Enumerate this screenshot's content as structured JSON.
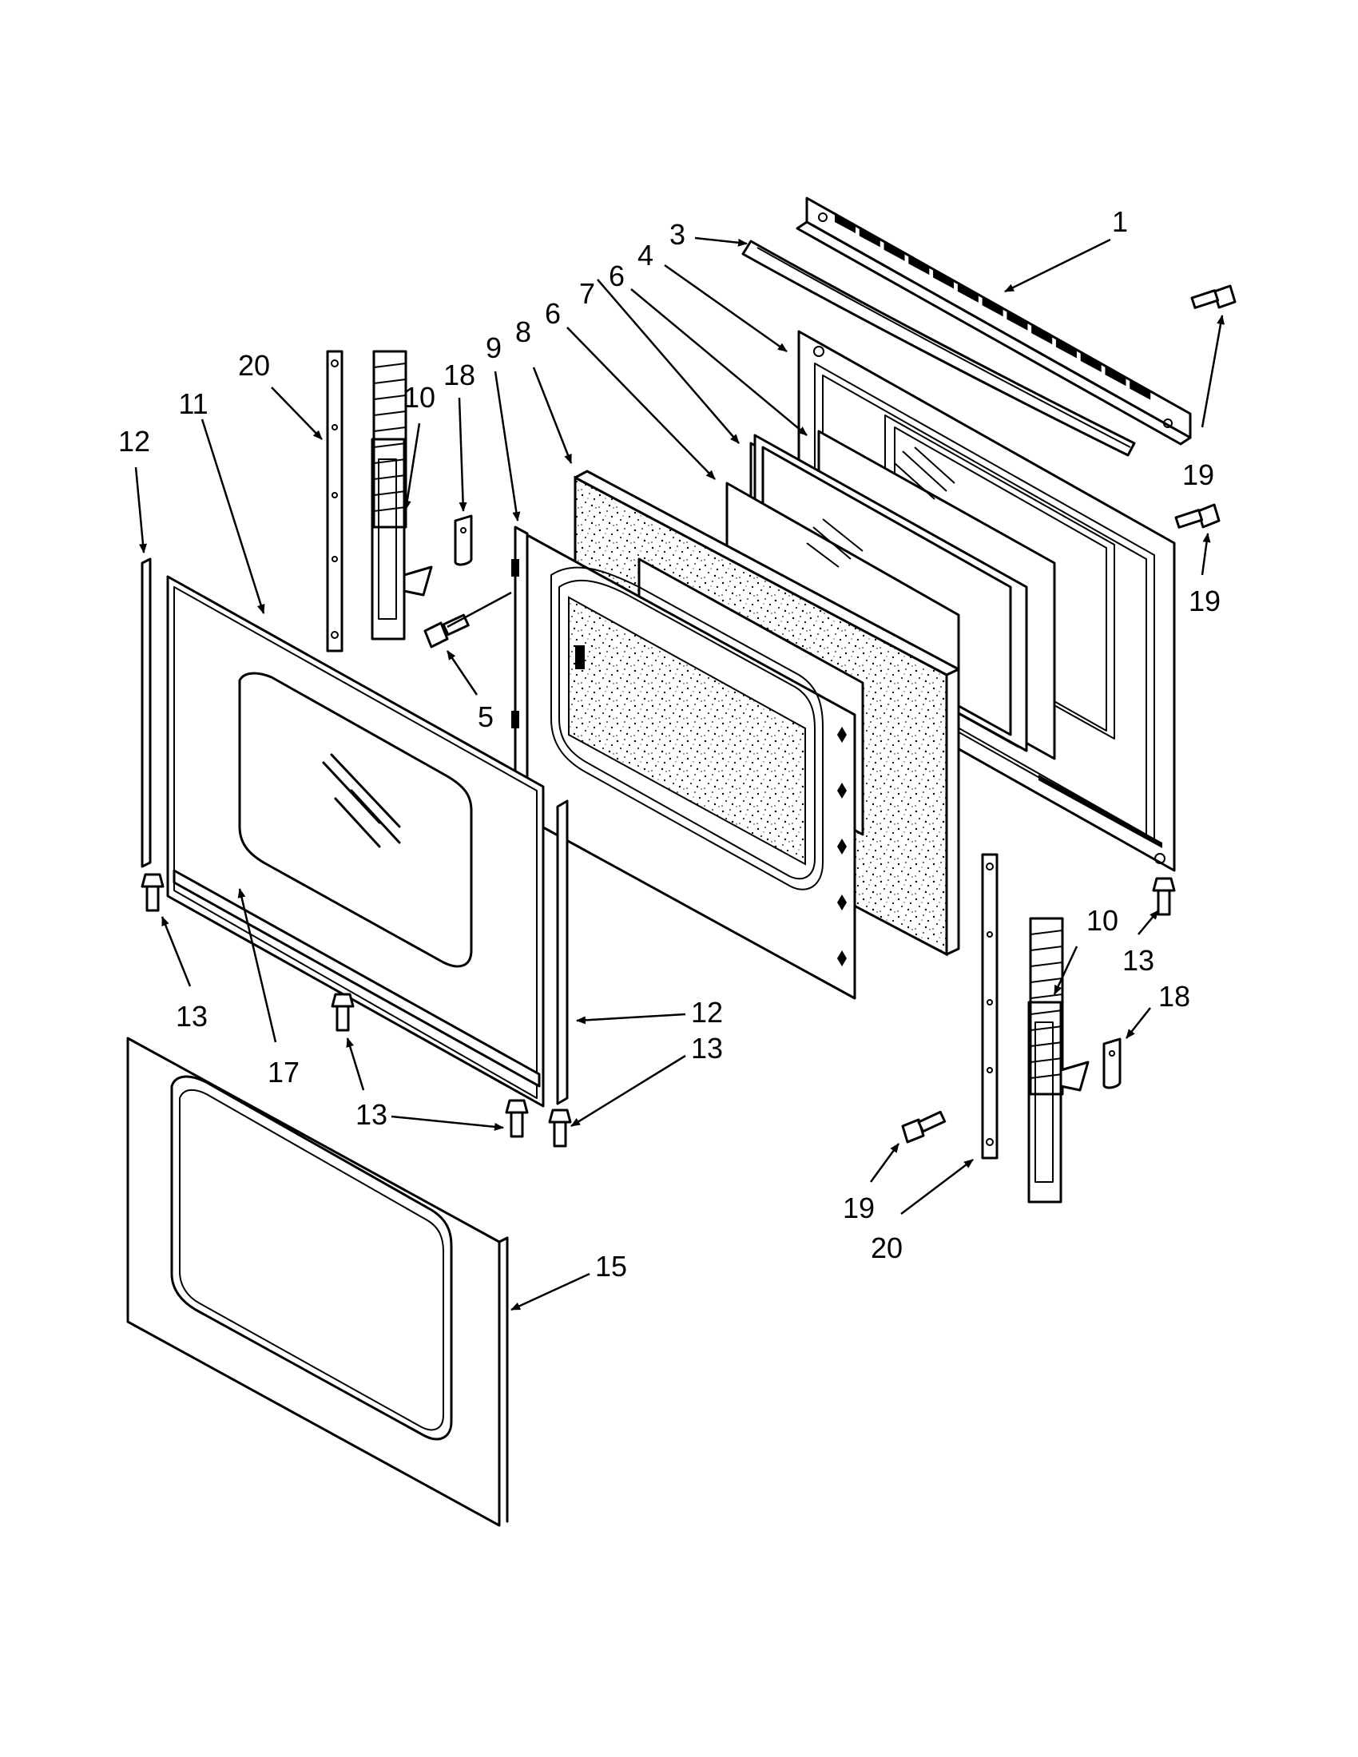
{
  "callouts": [
    {
      "label": "1"
    },
    {
      "label": "3"
    },
    {
      "label": "4"
    },
    {
      "label": "6"
    },
    {
      "label": "7"
    },
    {
      "label": "6"
    },
    {
      "label": "8"
    },
    {
      "label": "9"
    },
    {
      "label": "18"
    },
    {
      "label": "10"
    },
    {
      "label": "20"
    },
    {
      "label": "11"
    },
    {
      "label": "12"
    },
    {
      "label": "19"
    },
    {
      "label": "19"
    },
    {
      "label": "5"
    },
    {
      "label": "13"
    },
    {
      "label": "17"
    },
    {
      "label": "13"
    },
    {
      "label": "12"
    },
    {
      "label": "13"
    },
    {
      "label": "10"
    },
    {
      "label": "13"
    },
    {
      "label": "18"
    },
    {
      "label": "19"
    },
    {
      "label": "20"
    },
    {
      "label": "15"
    }
  ]
}
